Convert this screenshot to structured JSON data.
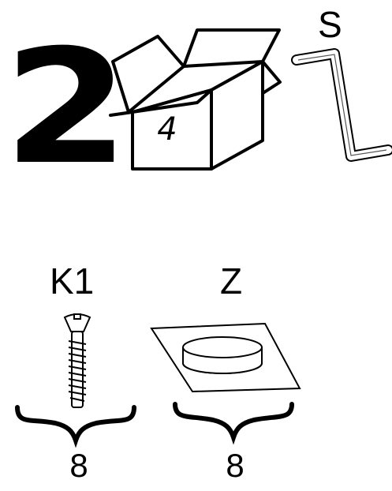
{
  "step": {
    "number": "2"
  },
  "box": {
    "count": "4",
    "icon": "open-box-icon"
  },
  "parts": [
    {
      "id": "S",
      "label": "S",
      "icon": "hex-key-icon"
    },
    {
      "id": "K1",
      "label": "K1",
      "quantity": "8",
      "icon": "screw-icon"
    },
    {
      "id": "Z",
      "label": "Z",
      "quantity": "8",
      "icon": "round-disc-pad-icon"
    }
  ]
}
